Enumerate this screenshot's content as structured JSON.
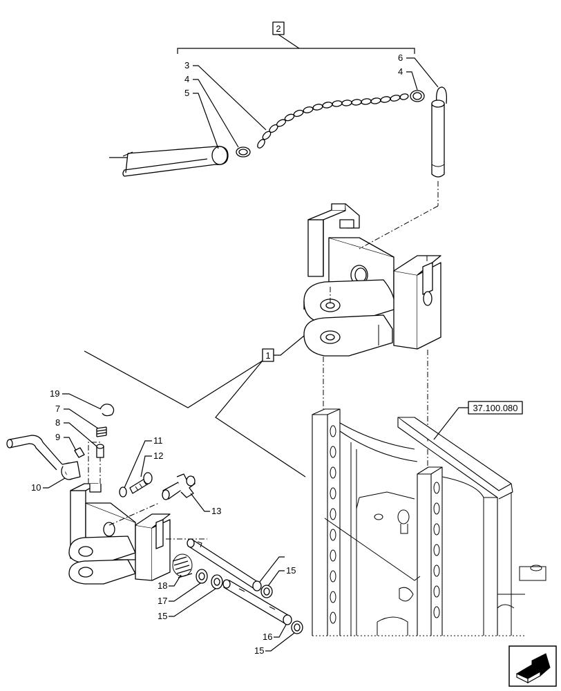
{
  "callouts": {
    "c1": "1",
    "c2": "2",
    "c3": "3",
    "c4a": "4",
    "c4b": "4",
    "c5": "5",
    "c6": "6",
    "c7": "7",
    "c8": "8",
    "c9": "9",
    "c10": "10",
    "c11": "11",
    "c12": "12",
    "c13": "13",
    "c15a": "15",
    "c15b": "15",
    "c15c": "15",
    "c16": "16",
    "c17": "17",
    "c18": "18",
    "c19": "19"
  },
  "reference": "37.100.080",
  "nav_icon": "next-page-arrow-icon"
}
